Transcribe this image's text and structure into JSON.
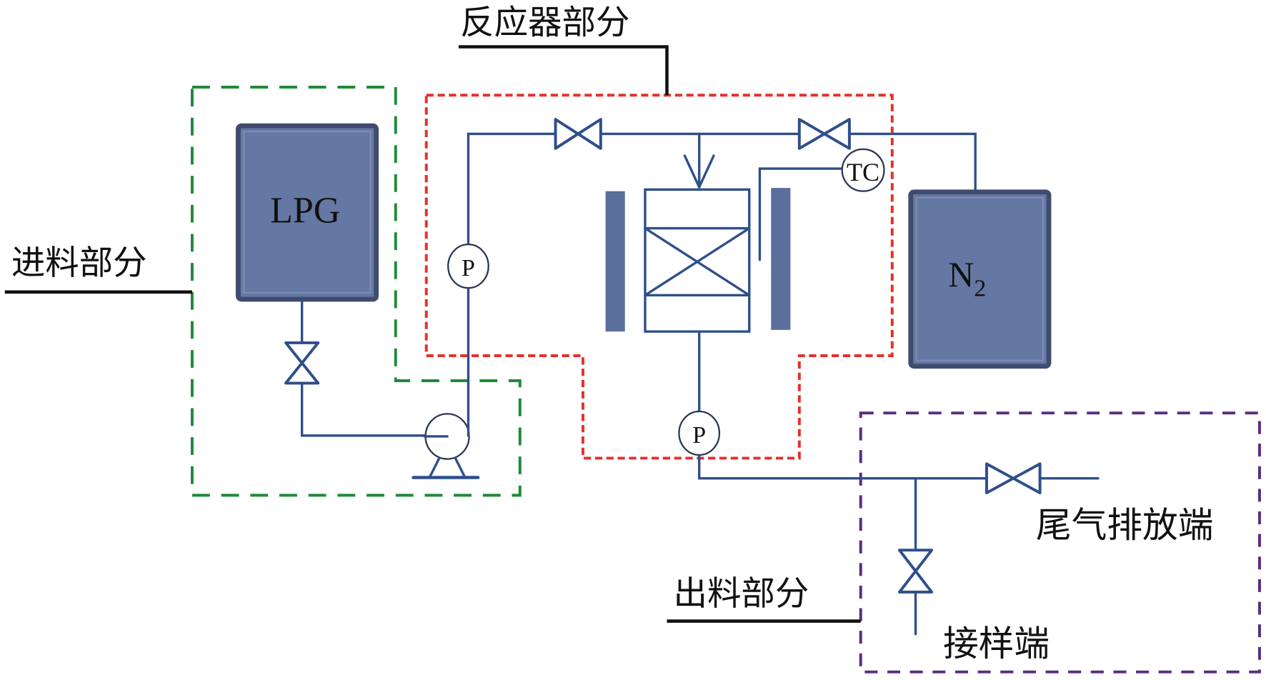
{
  "sections": {
    "feed": {
      "label": "进料部分",
      "color": "#1f8a3a"
    },
    "reactor": {
      "label": "反应器部分",
      "color": "#e5302a"
    },
    "output": {
      "label": "出料部分",
      "color": "#5a2d82"
    }
  },
  "tanks": {
    "lpg": {
      "label": "LPG"
    },
    "n2": {
      "label": "N",
      "subscript": "2"
    }
  },
  "instruments": {
    "pressure_gauge_inlet": "P",
    "pressure_gauge_outlet": "P",
    "temperature_controller": "TC"
  },
  "outlets": {
    "exhaust": "尾气排放端",
    "sampling": "接样端"
  },
  "colors": {
    "pipe": "#2f4f8a",
    "tank": "#6578a3"
  }
}
